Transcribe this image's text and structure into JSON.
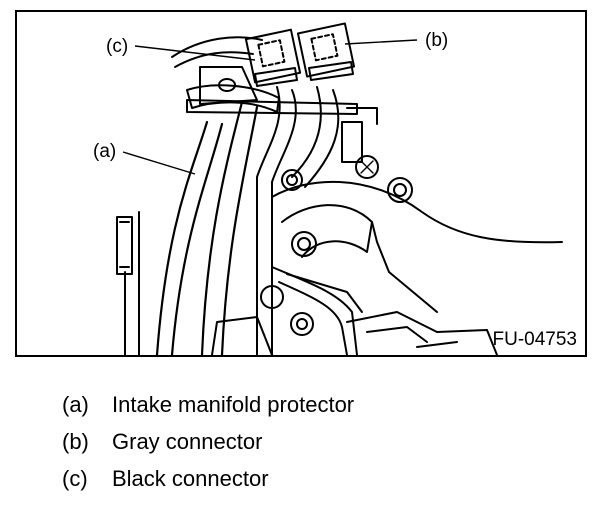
{
  "figure": {
    "id": "FU-04753",
    "callouts": {
      "a": "(a)",
      "b": "(b)",
      "c": "(c)"
    }
  },
  "legend": [
    {
      "key": "(a)",
      "label": "Intake manifold protector"
    },
    {
      "key": "(b)",
      "label": "Gray connector"
    },
    {
      "key": "(c)",
      "label": "Black connector"
    }
  ]
}
